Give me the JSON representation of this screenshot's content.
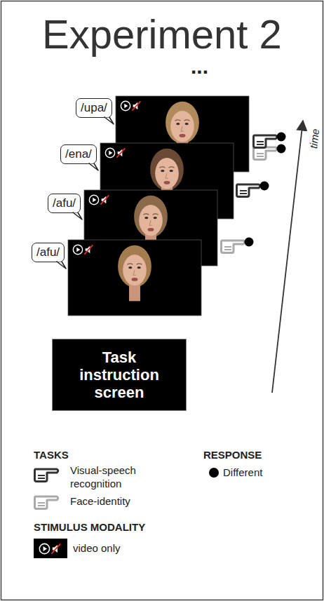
{
  "diagram": {
    "title": "Experiment 2",
    "nodes": [
      {
        "text": [
          "/upa/"
        ]
      },
      {
        "text": [
          "/ena/"
        ]
      },
      {
        "text": [
          "/afu/"
        ]
      },
      {
        "text": [
          "/afu/"
        ]
      },
      {
        "text": [
          "Task instruction screen"
        ]
      }
    ],
    "labels": [
      "...",
      "time",
      "TASKS",
      "RESPONSE",
      "STIMULUS MODALITY"
    ],
    "legend": [
      {
        "text": "Visual-speech recognition"
      },
      {
        "text": "Different"
      },
      {
        "text": "Face-identity"
      },
      {
        "text": "video only"
      }
    ]
  }
}
